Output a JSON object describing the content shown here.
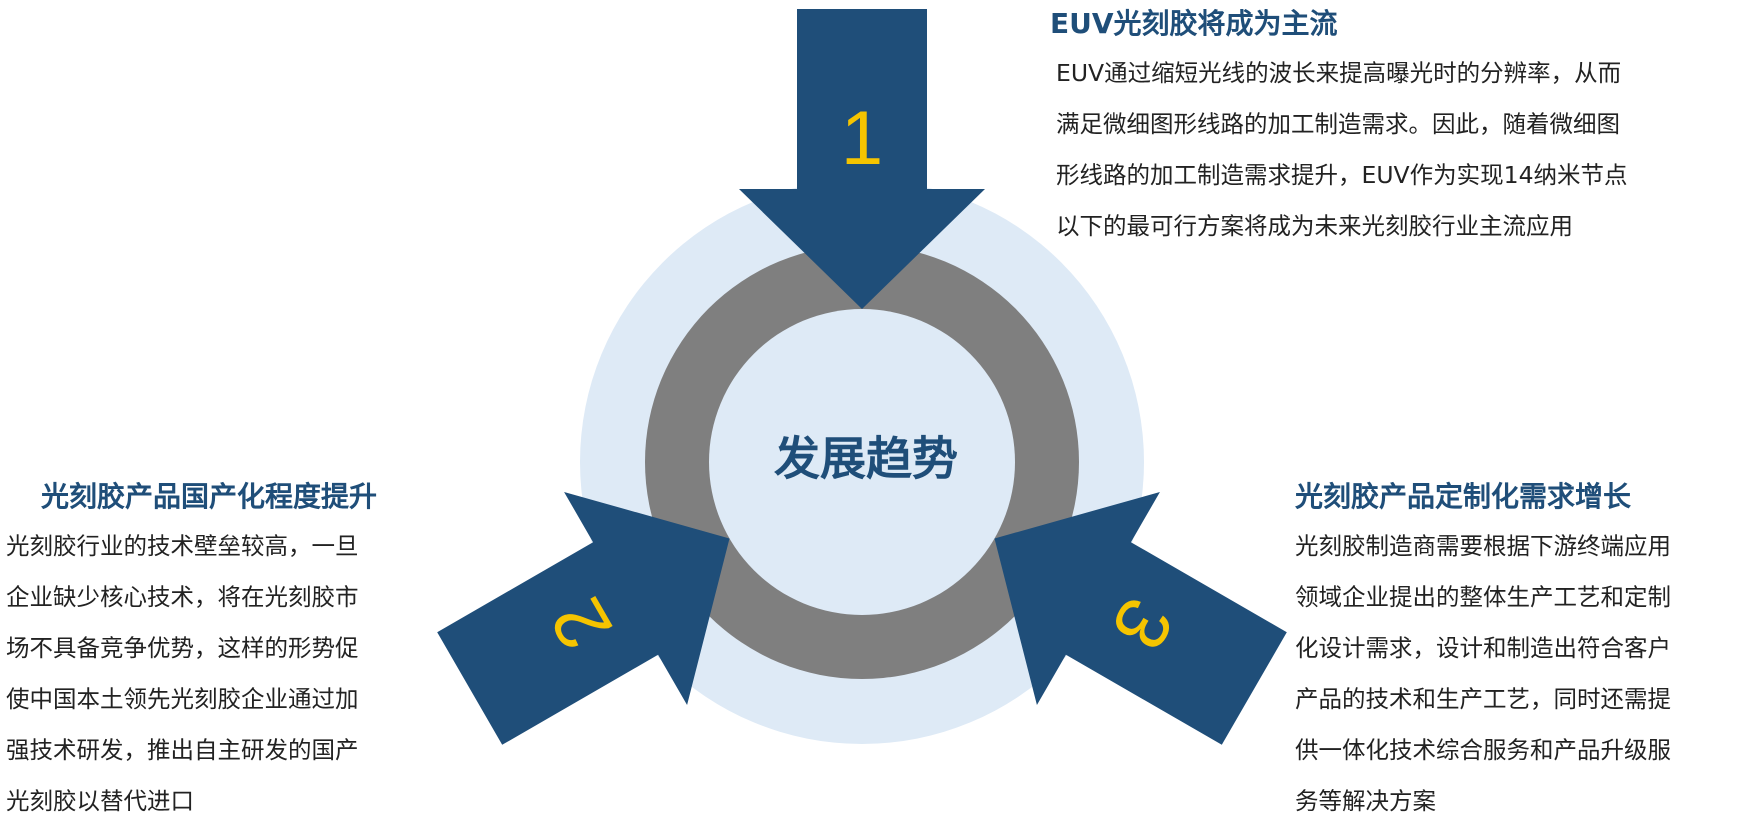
{
  "center": {
    "label": "发展趋势"
  },
  "arrows": [
    {
      "number": "1"
    },
    {
      "number": "2"
    },
    {
      "number": "3"
    }
  ],
  "colors": {
    "arrow": "#1f4e79",
    "number": "#f5c400",
    "outer_disc": "#deeaf6",
    "ring": "#7f7f7f",
    "inner_disc": "#deeaf6",
    "center_text": "#1f4e79",
    "title_text": "#1f4e79",
    "body_text": "#222222"
  },
  "blocks": [
    {
      "title": "EUV光刻胶将成为主流",
      "lines": [
        "EUV通过缩短光线的波长来提高曝光时的分辨率，从而",
        "满足微细图形线路的加工制造需求。因此，随着微细图",
        "形线路的加工制造需求提升，EUV作为实现14纳米节点",
        "以下的最可行方案将成为未来光刻胶行业主流应用"
      ]
    },
    {
      "title": "光刻胶产品定制化需求增长",
      "lines": [
        "光刻胶制造商需要根据下游终端应用",
        "领域企业提出的整体生产工艺和定制",
        "化设计需求，设计和制造出符合客户",
        "产品的技术和生产工艺，同时还需提",
        "供一体化技术综合服务和产品升级服",
        "务等解决方案"
      ]
    },
    {
      "title": "光刻胶产品国产化程度提升",
      "lines": [
        "光刻胶行业的技术壁垒较高，一旦",
        "企业缺少核心技术，将在光刻胶市",
        "场不具备竞争优势，这样的形势促",
        "使中国本土领先光刻胶企业通过加",
        "强技术研发，推出自主研发的国产",
        "光刻胶以替代进口"
      ]
    }
  ]
}
